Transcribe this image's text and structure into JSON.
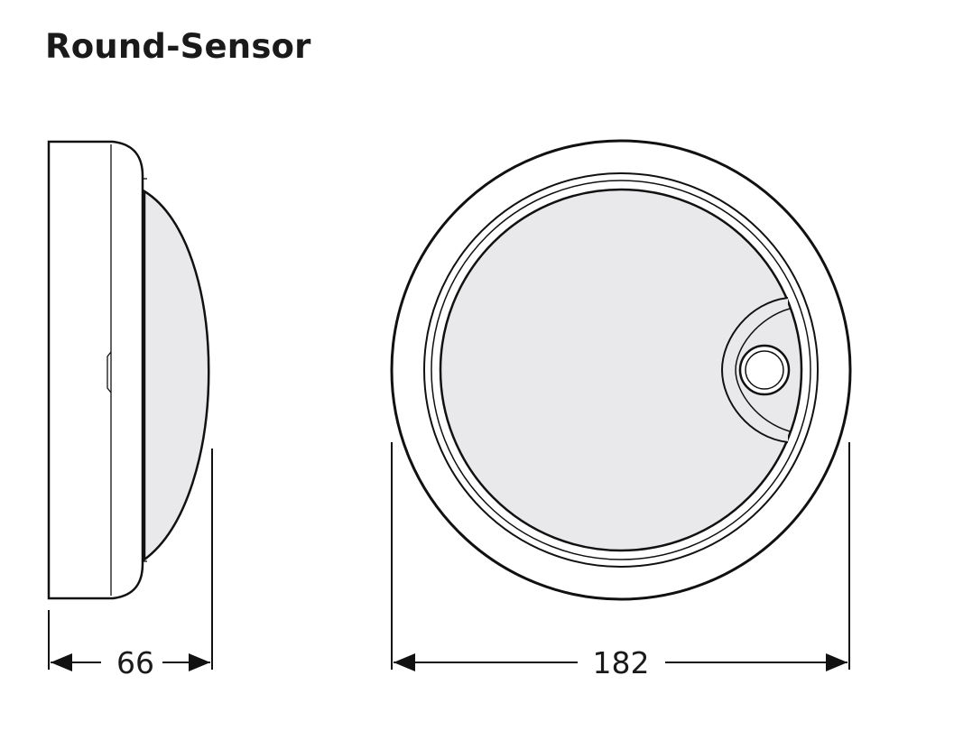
{
  "title": "Round-Sensor",
  "dimensions": {
    "depth_label": "66",
    "diameter_label": "182"
  },
  "colors": {
    "line": "#111111",
    "lens_fill": "#e9e9ec",
    "body_fill": "#ffffff"
  }
}
